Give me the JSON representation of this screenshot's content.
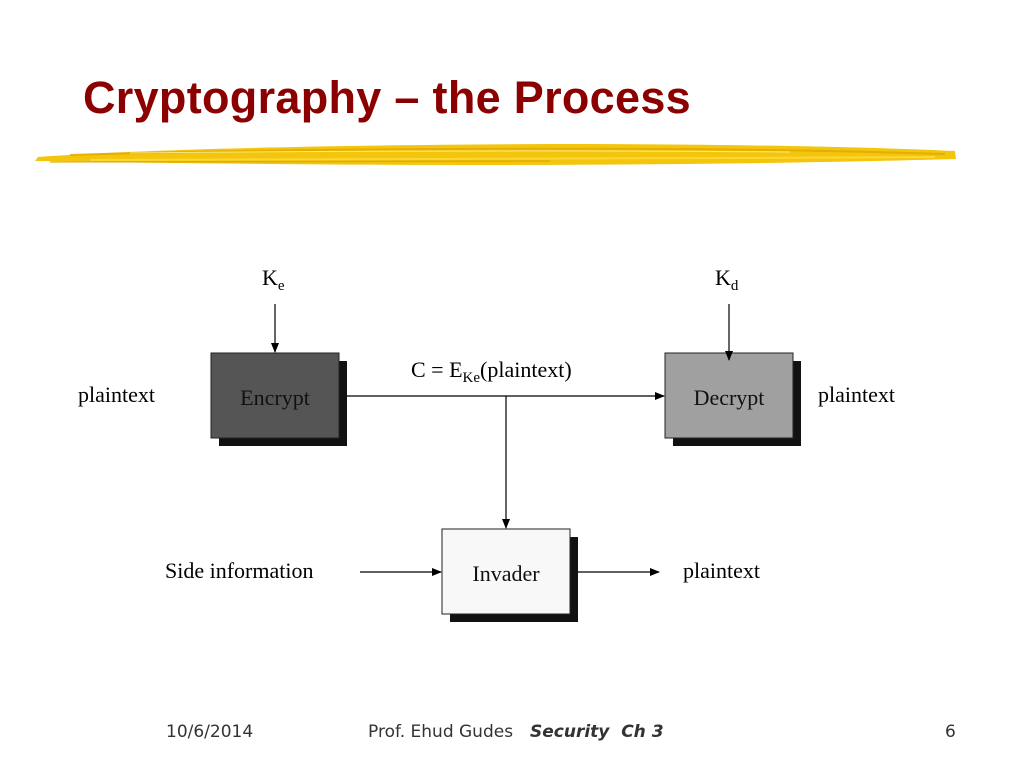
{
  "slide": {
    "title": "Cryptography – the Process"
  },
  "diagram": {
    "key_encrypt": {
      "main": "K",
      "sub": "e"
    },
    "key_decrypt": {
      "main": "K",
      "sub": "d"
    },
    "ciphertext_label": {
      "prefix": "C = E",
      "sub": "Ke",
      "suffix": "(plaintext)"
    },
    "boxes": {
      "encrypt": "Encrypt",
      "decrypt": "Decrypt",
      "invader": "Invader"
    },
    "plaintext_in": "plaintext",
    "plaintext_out": "plaintext",
    "plaintext_invader": "plaintext",
    "side_information": "Side information",
    "colors": {
      "encrypt_fill": "#555555",
      "decrypt_fill": "#a0a0a0",
      "invader_fill": "#f8f8f8",
      "shadow": "#111111",
      "title": "#8b0000",
      "brush": "#f2c200"
    }
  },
  "footer": {
    "date": "10/6/2014",
    "author": "Prof. Ehud Gudes",
    "course": "Security  Ch 3",
    "page": "6"
  }
}
